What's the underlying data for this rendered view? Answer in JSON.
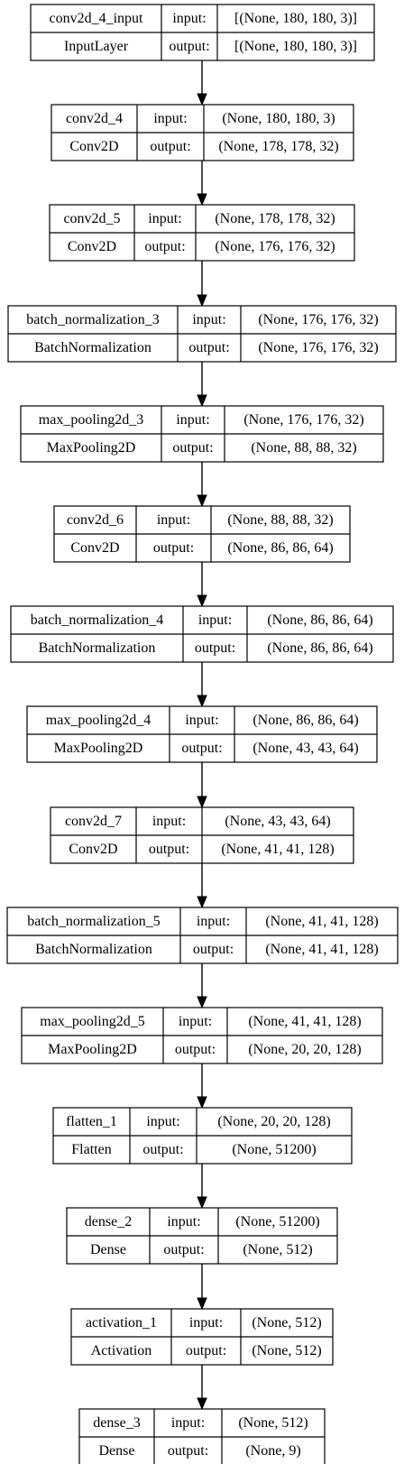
{
  "labels": {
    "input": "input:",
    "output": "output:"
  },
  "layers": [
    {
      "name": "conv2d_4_input",
      "type": "InputLayer",
      "input": "[(None, 180, 180, 3)]",
      "output": "[(None, 180, 180, 3)]"
    },
    {
      "name": "conv2d_4",
      "type": "Conv2D",
      "input": "(None, 180, 180, 3)",
      "output": "(None, 178, 178, 32)"
    },
    {
      "name": "conv2d_5",
      "type": "Conv2D",
      "input": "(None, 178, 178, 32)",
      "output": "(None, 176, 176, 32)"
    },
    {
      "name": "batch_normalization_3",
      "type": "BatchNormalization",
      "input": "(None, 176, 176, 32)",
      "output": "(None, 176, 176, 32)"
    },
    {
      "name": "max_pooling2d_3",
      "type": "MaxPooling2D",
      "input": "(None, 176, 176, 32)",
      "output": "(None, 88, 88, 32)"
    },
    {
      "name": "conv2d_6",
      "type": "Conv2D",
      "input": "(None, 88, 88, 32)",
      "output": "(None, 86, 86, 64)"
    },
    {
      "name": "batch_normalization_4",
      "type": "BatchNormalization",
      "input": "(None, 86, 86, 64)",
      "output": "(None, 86, 86, 64)"
    },
    {
      "name": "max_pooling2d_4",
      "type": "MaxPooling2D",
      "input": "(None, 86, 86, 64)",
      "output": "(None, 43, 43, 64)"
    },
    {
      "name": "conv2d_7",
      "type": "Conv2D",
      "input": "(None, 43, 43, 64)",
      "output": "(None, 41, 41, 128)"
    },
    {
      "name": "batch_normalization_5",
      "type": "BatchNormalization",
      "input": "(None, 41, 41, 128)",
      "output": "(None, 41, 41, 128)"
    },
    {
      "name": "max_pooling2d_5",
      "type": "MaxPooling2D",
      "input": "(None, 41, 41, 128)",
      "output": "(None, 20, 20, 128)"
    },
    {
      "name": "flatten_1",
      "type": "Flatten",
      "input": "(None, 20, 20, 128)",
      "output": "(None, 51200)"
    },
    {
      "name": "dense_2",
      "type": "Dense",
      "input": "(None, 51200)",
      "output": "(None, 512)"
    },
    {
      "name": "activation_1",
      "type": "Activation",
      "input": "(None, 512)",
      "output": "(None, 512)"
    },
    {
      "name": "dense_3",
      "type": "Dense",
      "input": "(None, 512)",
      "output": "(None, 9)"
    }
  ]
}
